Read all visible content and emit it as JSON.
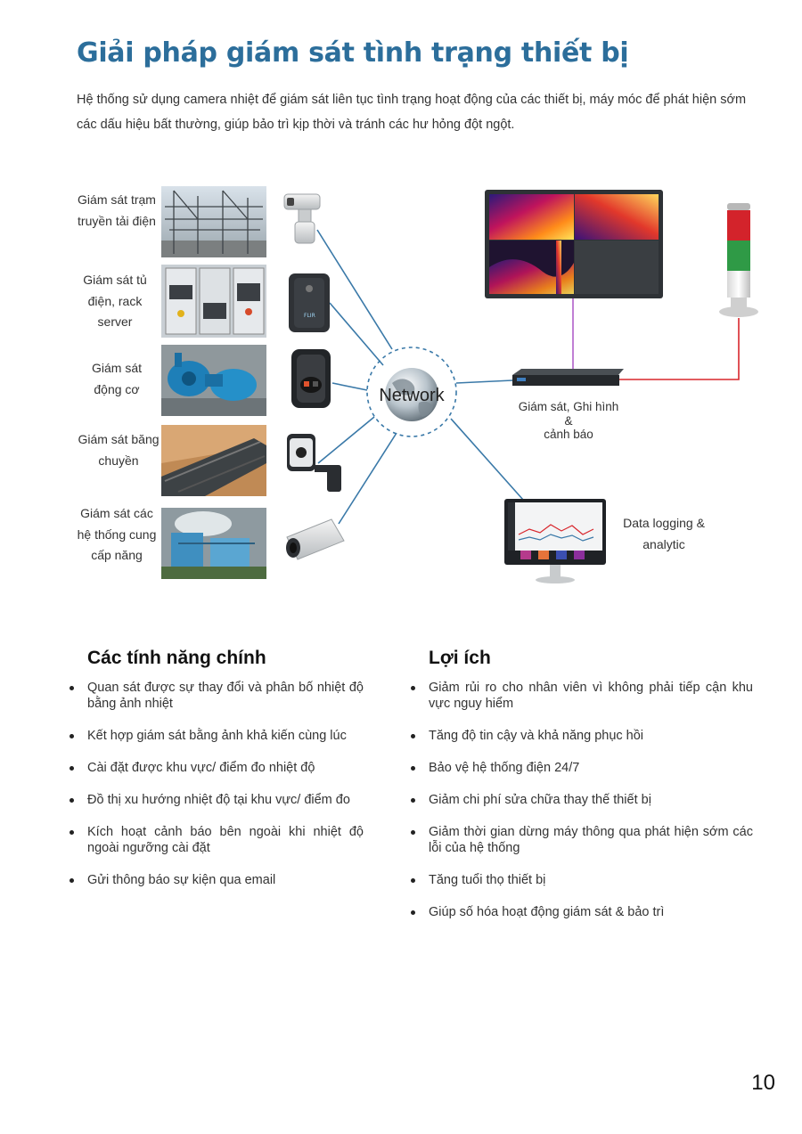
{
  "header": {
    "title": "Giải pháp giám sát tình trạng thiết bị",
    "intro": "Hệ thống sử dụng camera nhiệt để giám sát liên tục tình trạng hoạt động của các thiết bị, máy móc để phát hiện sớm các dấu hiệu bất thường, giúp bảo trì kịp thời và tránh các hư hỏng đột ngột."
  },
  "diagram": {
    "applications": [
      {
        "label": "Giám sát trạm truyền tải điện",
        "icon": "power-substation-photo"
      },
      {
        "label": "Giám sát tủ điện, rack server",
        "icon": "electrical-cabinet-photo"
      },
      {
        "label": "Giám sát động cơ",
        "icon": "pump-motor-photo"
      },
      {
        "label": "Giám sát băng chuyền",
        "icon": "conveyor-belt-photo"
      },
      {
        "label": "Giám sát các hệ thống cung cấp năng",
        "icon": "energy-supply-photo"
      }
    ],
    "network_label": "Network",
    "nvr_label_1": "Giám sát, Ghi hình",
    "nvr_label_2": "&",
    "nvr_label_3": "cảnh báo",
    "analytics_label": "Data logging & analytic",
    "link_colors": {
      "network": "#3a79a8",
      "video": "#b05fc9",
      "alarm": "#d8262c"
    }
  },
  "features": {
    "title": "Các tính năng chính",
    "items": [
      "Quan sát được sự thay đổi và phân bố nhiệt độ bằng ảnh nhiệt",
      "Kết hợp giám sát bằng ảnh khả kiến cùng lúc",
      "Cài đặt được khu vực/ điểm đo nhiệt độ",
      "Đồ thị xu hướng nhiệt độ tại khu vực/ điểm đo",
      "Kích hoạt cảnh báo bên ngoài khi nhiệt độ ngoài ngưỡng cài đặt",
      "Gửi thông báo sự kiện qua email"
    ]
  },
  "benefits": {
    "title": "Lợi ích",
    "items": [
      "Giảm rủi ro cho nhân viên vì không phải tiếp cận khu vực nguy hiểm",
      "Tăng độ tin cậy và khả năng phục hồi",
      "Bảo vệ hệ thống điện 24/7",
      "Giảm chi phí sửa chữa thay thế thiết bị",
      "Giảm thời gian dừng máy thông qua phát hiện sớm các lỗi của hệ thống",
      "Tăng tuổi thọ thiết bị",
      "Giúp số hóa hoạt động giám sát & bảo trì"
    ]
  },
  "footer": {
    "page_number": "10"
  }
}
